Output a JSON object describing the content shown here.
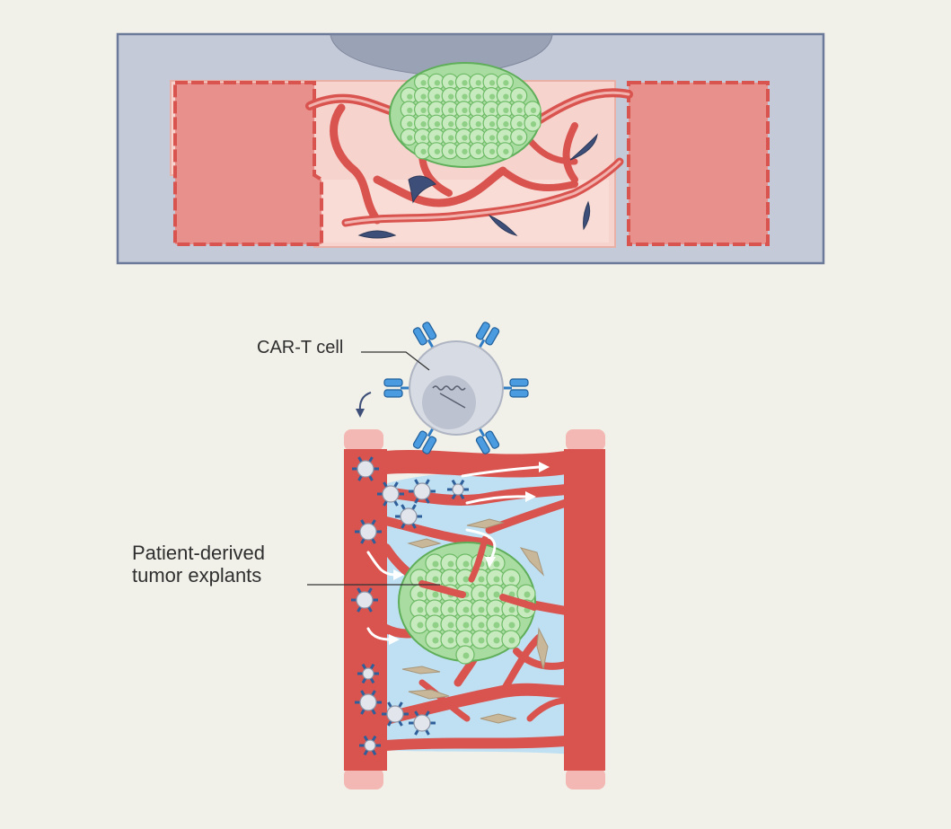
{
  "labels": {
    "car_t_cell": "CAR-T cell",
    "tumor_line1": "Patient-derived",
    "tumor_line2": "tumor explants"
  },
  "colors": {
    "background": "#f1f0e9",
    "chip_body": "#c5cad8",
    "chip_border": "#6c7a99",
    "chamber": "#f5c6c0",
    "vessel": "#d9534f",
    "vessel_light": "#e58f89",
    "tumor": "#a9dca0",
    "tumor_edge": "#5fae5a",
    "stroma": "#bfe0f2",
    "fibroblast_top": "#3d4f78",
    "fibroblast_bottom": "#c9b79a",
    "receptor": "#2e7cc4",
    "t_cell": "#d7dbe3"
  }
}
